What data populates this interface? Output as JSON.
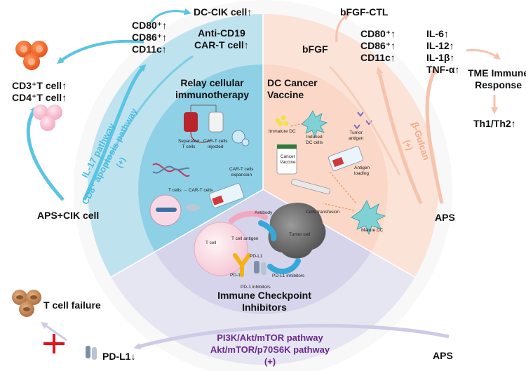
{
  "center": {
    "relay": [
      "Relay cellular",
      "immunotherapy"
    ],
    "dc_vaccine": [
      "DC Cancer",
      "Vaccine"
    ],
    "checkpoint": [
      "Immune Checkpoint",
      "Inhibitors"
    ]
  },
  "relay_details": {
    "separated": [
      "Separated",
      "T cells"
    ],
    "car_injected": [
      "CAR-T cells",
      "injected"
    ],
    "car_expansion": [
      "CAR-T cells",
      "expansion"
    ],
    "t_to_cart": "T cells → CAR-T cells"
  },
  "dc_details": {
    "immature": "Immature DC",
    "induced": [
      "Induced",
      "DC cells"
    ],
    "tumor_antigen": [
      "Tumor",
      "antigen"
    ],
    "vaccine_label": [
      "Cancer",
      "Vaccine"
    ],
    "antigen_loading": [
      "Antigen",
      "loading"
    ],
    "cells_transfusion": "Cells transfusion",
    "mature": "Mature DC"
  },
  "checkpoint_details": {
    "antibody": "Antibody",
    "t_cell": "T cell",
    "tumor_cell": "Tumor cell",
    "t_cell_antigen": "T cell antigen",
    "pdl1": "PD-L1",
    "pd1": "PD-1",
    "pdl1_inhibitors": "PD-L1 inhibitors",
    "pd1_inhibitors": "PD-1 inhibitors"
  },
  "left": {
    "source": "APS+CIK cell",
    "markers": [
      "CD80⁺↑",
      "CD86⁺↑",
      "CD11c↑"
    ],
    "dc_cik": "DC-CIK cell↑",
    "anti_cd19": [
      "Anti-CD19",
      "CAR-T cell↑"
    ],
    "t_cells": [
      "CD3⁺T cell↑",
      "CD4⁺T cell↑"
    ],
    "pathway": [
      "IL-17 pathway",
      "CD8⁺ apoptosis pathway",
      "(+)"
    ]
  },
  "right": {
    "source": "APS",
    "bfgf_ctl": "bFGF-CTL",
    "bfgf": "bFGF",
    "markers": [
      "CD80⁺↑",
      "CD86⁺↑",
      "CD11c↑"
    ],
    "cytokines": [
      "IL-6↑",
      "IL-12↑",
      "IL-1β↑",
      "TNF-α↑"
    ],
    "tme": [
      "TME Immune",
      "Response"
    ],
    "th": "Th1/Th2↑",
    "pathway": [
      "β-Gulcan",
      "(+)"
    ]
  },
  "bottom": {
    "source": "APS",
    "failure": "T cell failure",
    "pdl1": "PD-L1↓",
    "pathway": [
      "PI3K/Akt/mTOR pathway",
      "Akt/mTOR/p70S6K pathway",
      "(+)"
    ]
  },
  "colors": {
    "blue": "#5bc4e3",
    "blue_sector": "#8ed0e6",
    "peach": "#f8c8b5",
    "peach_sector": "#fad7c6",
    "lavender": "#cdcbe6",
    "purple_text": "#6a2a8e",
    "red_cross": "#e0151b",
    "orange_cells": "#f06b2f"
  }
}
